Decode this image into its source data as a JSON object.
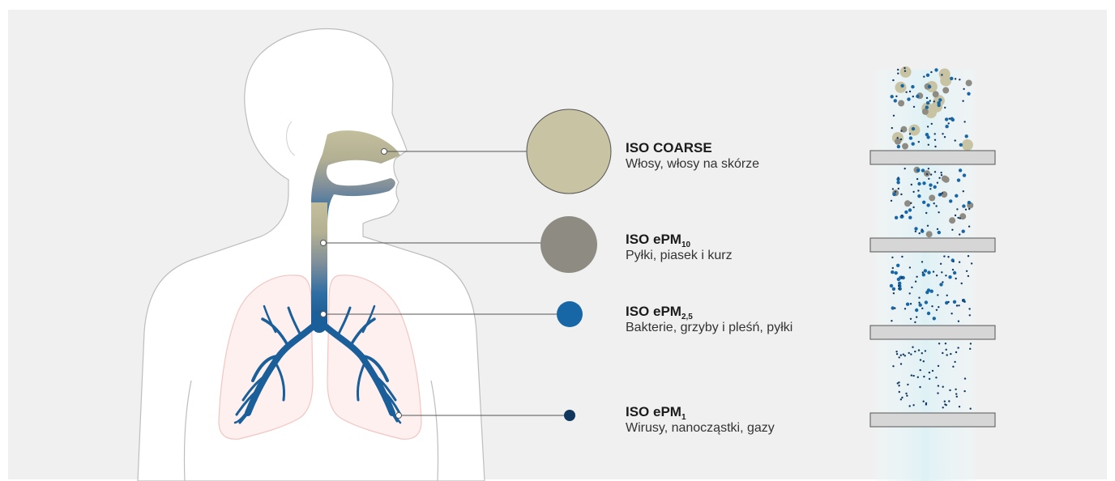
{
  "filter_classes": [
    {
      "id": "coarse",
      "title_main": "ISO COARSE",
      "title_sub": "",
      "description": "Włosy, włosy na skórze",
      "color": "#c8c3a2",
      "body_anchor": "nose"
    },
    {
      "id": "pm10",
      "title_main": "ISO ePM",
      "title_sub": "10",
      "description": "Pyłki, piasek i kurz",
      "color": "#8e8c82",
      "body_anchor": "throat"
    },
    {
      "id": "pm25",
      "title_main": "ISO ePM",
      "title_sub": "2,5",
      "description": "Bakterie, grzyby i pleśń, pyłki",
      "color": "#1767a6",
      "body_anchor": "bronchi"
    },
    {
      "id": "pm1",
      "title_main": "ISO ePM",
      "title_sub": "1",
      "description": "Wirusy, nanocząstki, gazy",
      "color": "#12375f",
      "body_anchor": "alveoli"
    }
  ],
  "colors": {
    "background_panel": "#f0f0f0",
    "body_fill": "#ffffff",
    "body_outline": "#bdbdbd",
    "lung_fill": "#fdf0ef",
    "lung_outline": "#f1c6c3",
    "airway_top": "#c3bf9d",
    "airway_bottom": "#1a5f9a",
    "filter_plate": "#d6d6d6",
    "filter_column": "#e4f3f6",
    "leader_line": "#555555"
  }
}
